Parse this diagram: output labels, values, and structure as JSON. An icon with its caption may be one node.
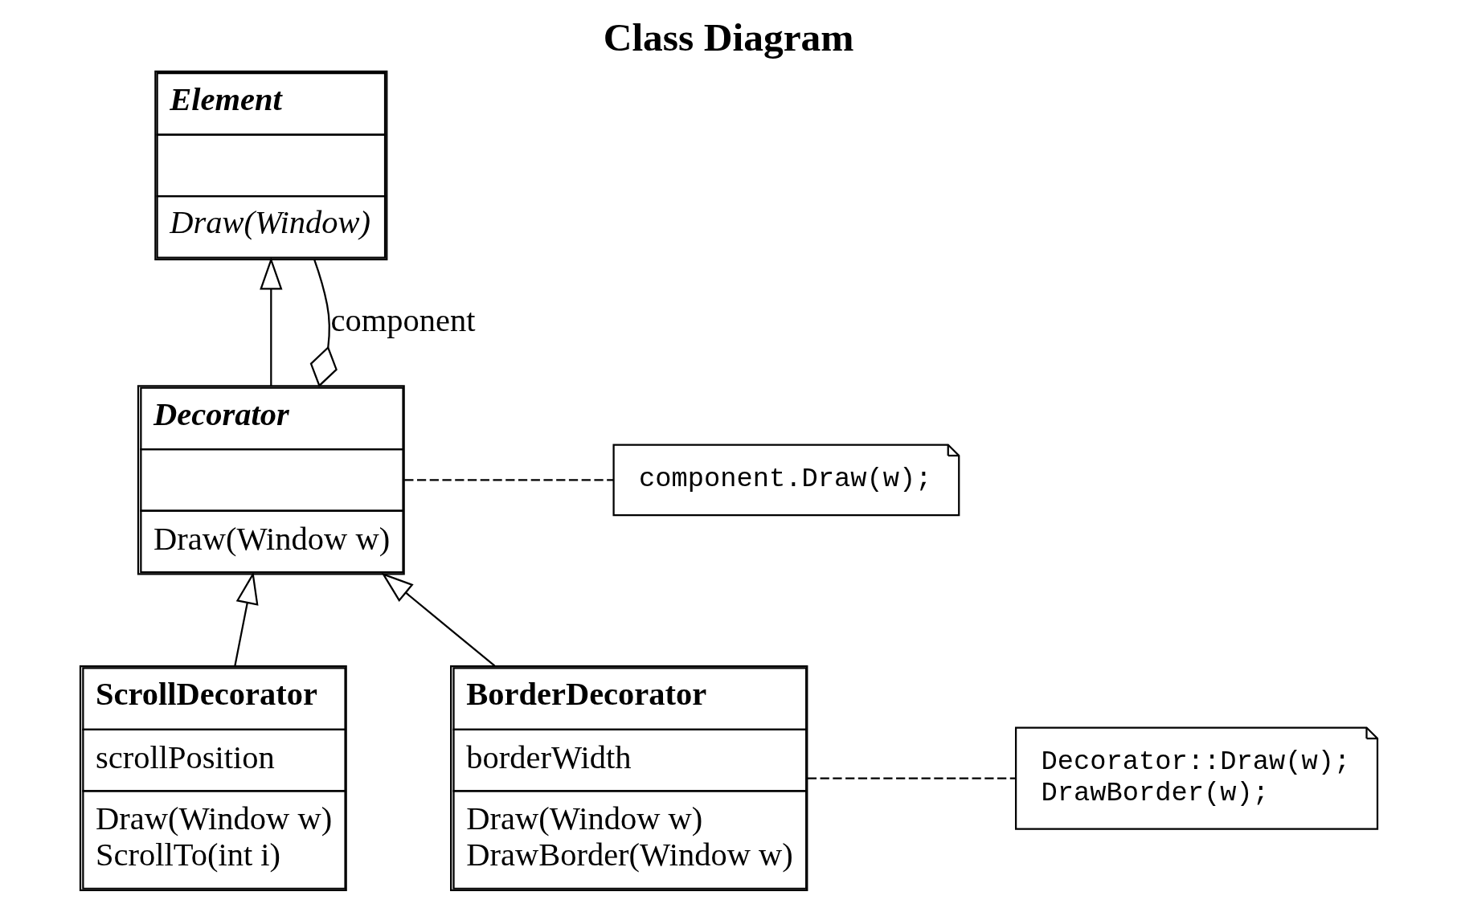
{
  "diagram": {
    "title": "Class Diagram",
    "nodes": [
      {
        "text": [
          "Element",
          "Draw(Window)"
        ]
      },
      {
        "text": [
          "Decorator",
          "Draw(Window w)"
        ]
      },
      {
        "text": [
          "component.Draw(w);"
        ]
      },
      {
        "text": [
          "ScrollDecorator",
          "scrollPosition",
          "Draw(Window w)",
          "ScrollTo(int i)"
        ]
      },
      {
        "text": [
          "BorderDecorator",
          "borderWidth",
          "Draw(Window w)",
          "DrawBorder(Window w)"
        ]
      },
      {
        "text": [
          "Decorator::Draw(w);",
          "DrawBorder(w);"
        ]
      }
    ],
    "edges": [
      {
        "from": 1,
        "to": 0,
        "arrow": "to"
      },
      {
        "from": 1,
        "to": 0,
        "arrow": "other",
        "label": "component"
      },
      {
        "from": 1,
        "to": 2,
        "arrow": "none",
        "style": "dashed"
      },
      {
        "from": 3,
        "to": 1,
        "arrow": "to"
      },
      {
        "from": 4,
        "to": 1,
        "arrow": "to"
      },
      {
        "from": 4,
        "to": 5,
        "arrow": "none",
        "style": "dashed"
      }
    ]
  }
}
